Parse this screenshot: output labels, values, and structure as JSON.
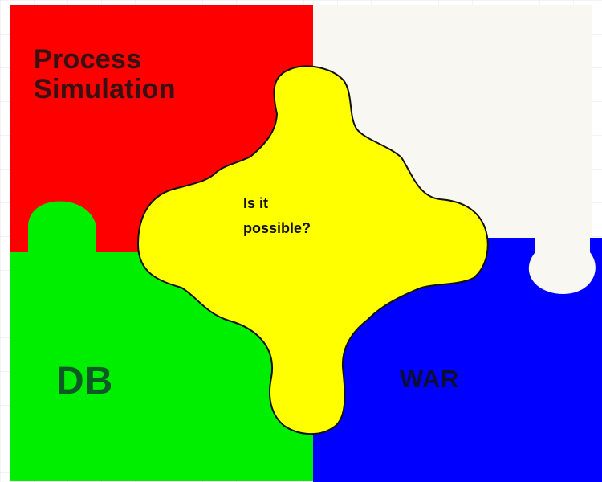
{
  "puzzle": {
    "top_left": {
      "line1": "Process",
      "line2": "Simulation",
      "color": "#ff0000"
    },
    "center": {
      "line1": "Is it",
      "line2": "possible?",
      "color": "#ffff00"
    },
    "bottom_left": {
      "label": "DB",
      "color": "#00ee00"
    },
    "bottom_right": {
      "label": "WAR",
      "color": "#0000ff"
    },
    "top_right": {
      "color": "#f8f7f2"
    }
  }
}
